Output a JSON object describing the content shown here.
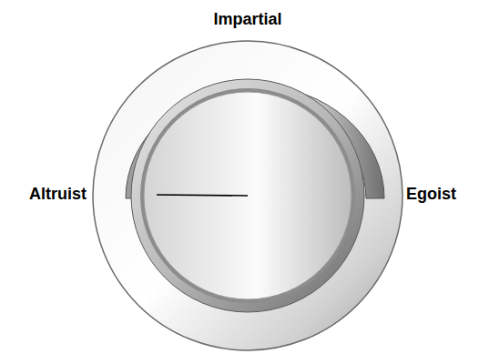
{
  "diagram": {
    "labels": [
      "Impartial",
      "Altruist",
      "Egoist"
    ]
  }
}
